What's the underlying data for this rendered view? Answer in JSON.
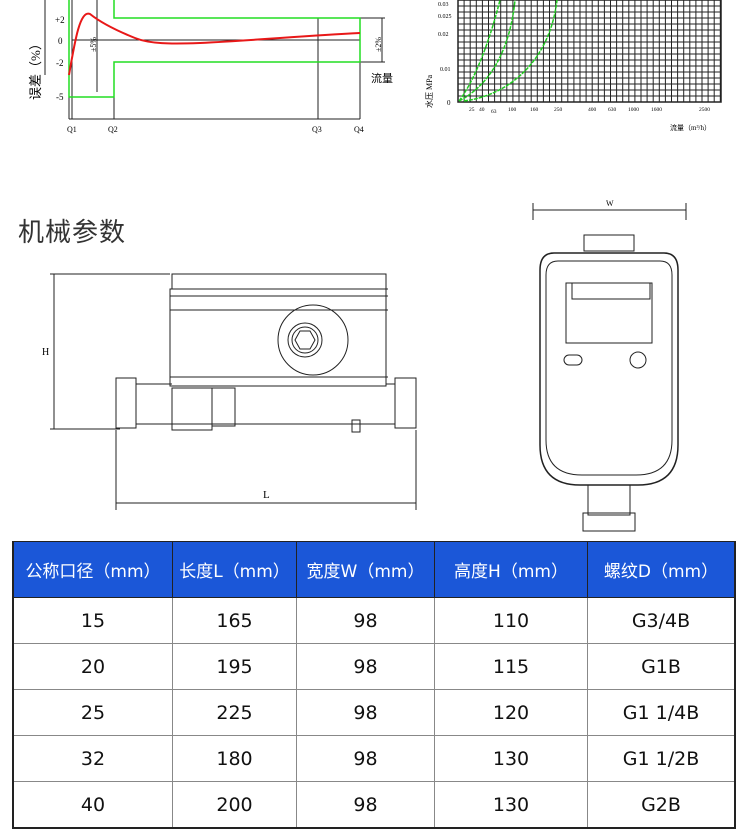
{
  "error_chart": {
    "y_label": "误差（%）",
    "y_ticks": [
      "+2",
      "0",
      "-2",
      "-5"
    ],
    "x_ticks": [
      "Q1",
      "Q2",
      "Q3",
      "Q4"
    ],
    "band_inner": "±2%",
    "band_outer": "±5%",
    "flow_label": "流量",
    "colors": {
      "curve": "#e81818",
      "limits": "#22dd22"
    }
  },
  "pressure_chart": {
    "y_label": "水压 MPa",
    "y_ticks": [
      "0.03",
      "0.025",
      "0.02",
      "0.01",
      "0"
    ],
    "x_ticks": [
      "25",
      "40",
      "63",
      "100",
      "160",
      "250",
      "400",
      "630",
      "1000",
      "1600",
      "2500"
    ],
    "x_label": "流量（m³/h）",
    "colors": {
      "curves": "#22cc22"
    }
  },
  "section_title": "机械参数",
  "drawing_labels": {
    "height": "H",
    "length": "L",
    "width": "W"
  },
  "table": {
    "headers": [
      "公称口径（mm）",
      "长度L（mm）",
      "宽度W（mm）",
      "高度H（mm）",
      "螺纹D（mm）"
    ],
    "rows": [
      [
        "15",
        "165",
        "98",
        "110",
        "G3/4B"
      ],
      [
        "20",
        "195",
        "98",
        "115",
        "G1B"
      ],
      [
        "25",
        "225",
        "98",
        "120",
        "G1 1/4B"
      ],
      [
        "32",
        "180",
        "98",
        "130",
        "G1 1/2B"
      ],
      [
        "40",
        "200",
        "98",
        "130",
        "G2B"
      ]
    ],
    "header_color": "#1b57d8"
  }
}
